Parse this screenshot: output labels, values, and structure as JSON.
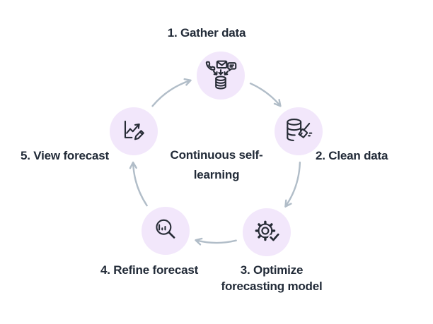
{
  "diagram": {
    "center_label": "Continuous self-learning",
    "steps": [
      {
        "label": "1. Gather data",
        "icon": "data-sources-database-icon"
      },
      {
        "label": "2. Clean data",
        "icon": "database-broom-icon"
      },
      {
        "label": "3. Optimize forecasting model",
        "icon": "gear-checkmark-icon"
      },
      {
        "label": "4. Refine forecast",
        "icon": "magnifier-bar-chart-icon"
      },
      {
        "label": "5. View forecast",
        "icon": "line-chart-pencil-icon"
      }
    ],
    "colors": {
      "background": "#FFFFFF",
      "bubble_fill": "#F2E7FB",
      "icon_stroke": "#262B35",
      "text": "#222B38",
      "arrow": "#B1BDC8"
    }
  }
}
